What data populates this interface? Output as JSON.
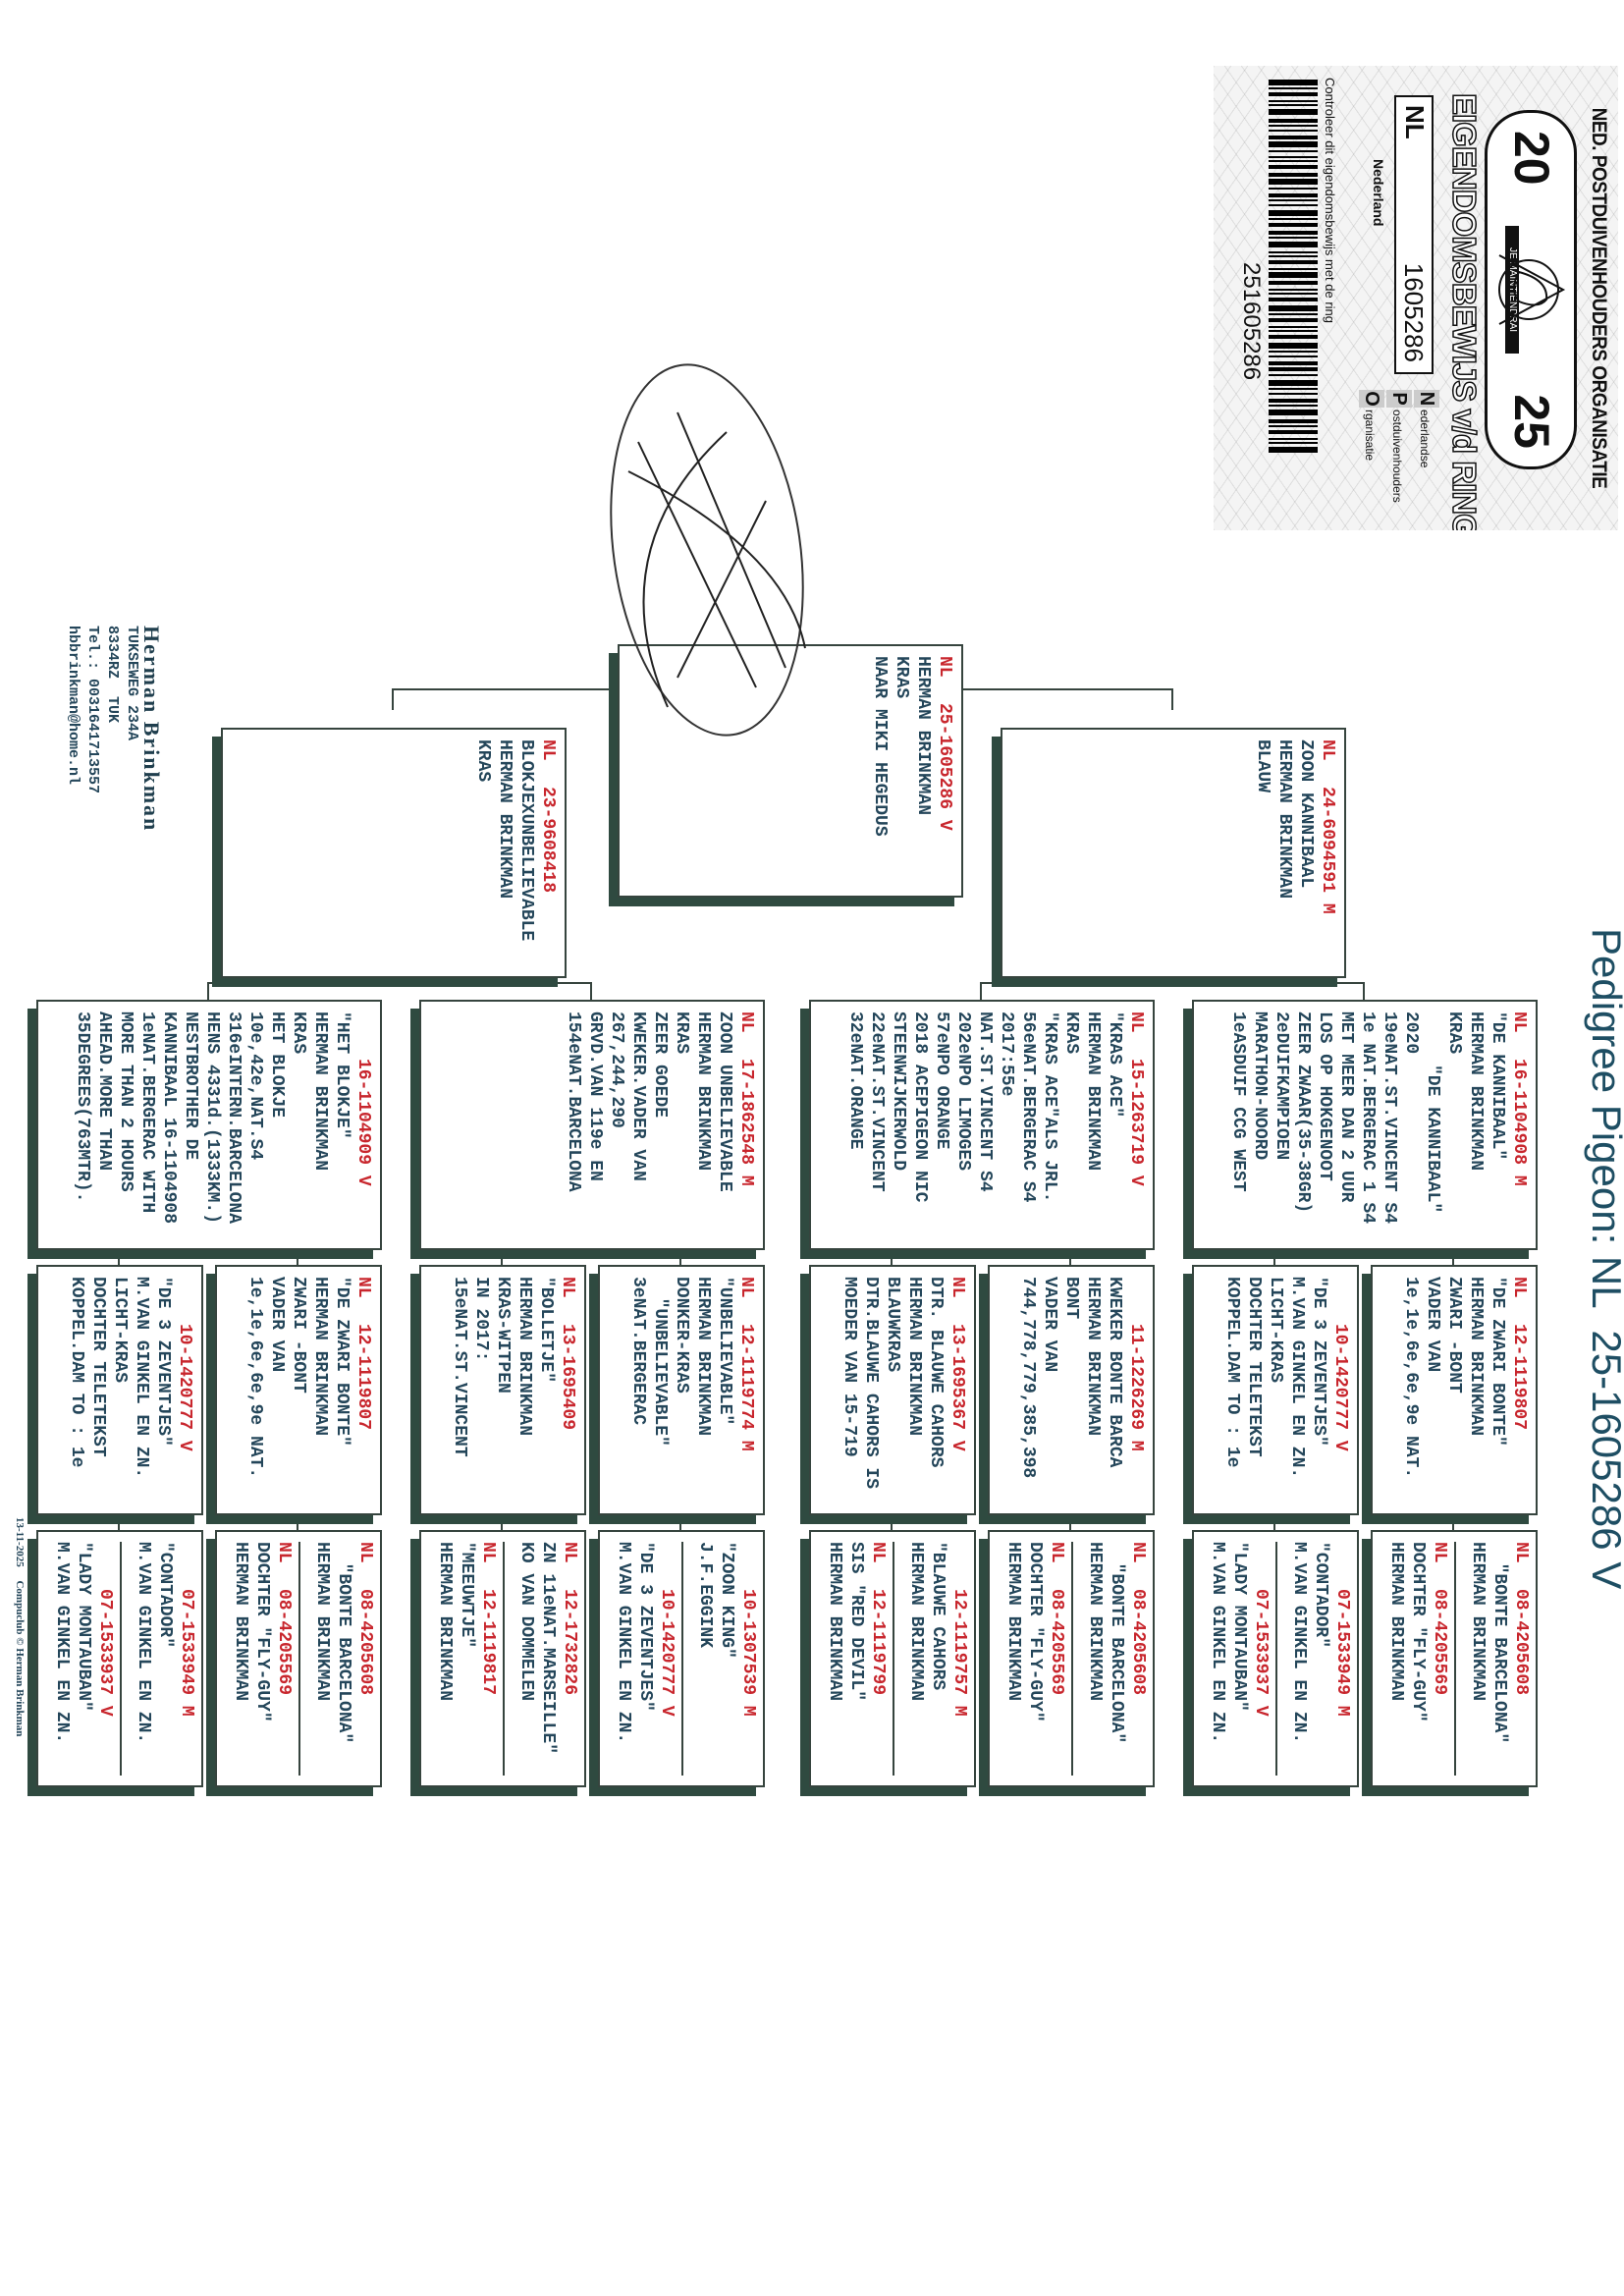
{
  "title": "Pedigree Pigeon: NL  25-1605286 V",
  "stamp": {
    "organisation": "NED. POSTDUIVENHOUDERS ORGANISATIE",
    "year_left": "20",
    "year_right": "25",
    "motto": "JE MAINTIENDRAI",
    "heading": "EIGENDOMSBEWIJS v/d RING",
    "country_code": "NL",
    "ring_number": "1605286",
    "country": "Nederland",
    "npo": [
      "ederlandse",
      "ostduivenhouders",
      "rganisatie"
    ],
    "npo_letters": [
      "N",
      "P",
      "O"
    ],
    "instruction": "Controleer dit eigendomsbewijs met de ring",
    "barcode_number": "251605286"
  },
  "owner": {
    "name": "Herman Brinkman",
    "address": "TUKSEWEG 234A",
    "city": "8334RZ  TUK",
    "phone": "Tel.: 0031641713557",
    "email": "hbbrinkman@home.nl"
  },
  "footer": {
    "date": "13-11-2025",
    "credit": "Compuclub © Herman Brinkman"
  },
  "colors": {
    "ring": "#c8262d",
    "text": "#24465a",
    "border": "#36443e"
  },
  "pedigree": {
    "subject": {
      "nl": "NL",
      "ring": "25-1605286 V",
      "lines": [
        "",
        "HERMAN BRINKMAN",
        "KRAS",
        "NAAR MIKI HEGEDUS"
      ]
    },
    "sire": {
      "nl": "NL",
      "ring": "24-6094591 M",
      "lines": [
        "ZOON KANNIBAAL",
        "HERMAN BRINKMAN",
        "BLAUW"
      ]
    },
    "dam": {
      "nl": "NL",
      "ring": "23-9608418",
      "lines": [
        "BLOKJEXUNBELIEVABLE",
        "HERMAN BRINKMAN",
        "KRAS"
      ]
    },
    "gen3": [
      {
        "nl": "NL",
        "ring": "16-1104908 M",
        "lines": [
          "\"DE KANNIBAAL\"",
          "HERMAN BRINKMAN",
          "KRAS",
          "     \"DE KANNIBAAL\"",
          "2020",
          "19eNAT.ST.VINCENT S4",
          "1e NAT.BERGERAC 1 S4",
          "MET MEER DAN 2 UUR",
          "LOS OP HOKGENOOT",
          "ZEER ZWAAR(35-38GR)",
          "2eDUIFKAMPIOEN",
          "MARATHON-NOORD",
          "1eASDUIF CCG WEST"
        ]
      },
      {
        "nl": "NL",
        "ring": "15-1263719 V",
        "lines": [
          "\"KRAS ACE\"",
          "HERMAN BRINKMAN",
          "KRAS",
          "\"KRAS ACE\"ALS JRL.",
          "56eNAT.BERGERAC S4",
          "2017:55e",
          "NAT.ST.VINCENT S4",
          "202eNPO LIMOGES",
          "57eNPO ORANGE",
          "2018 ACEPIGEON NIC",
          "STEENWIJKERWOLD",
          "22eNAT.ST.VINCENT",
          "32eNAT.ORANGE"
        ]
      },
      {
        "nl": "NL",
        "ring": "17-1862548 M",
        "lines": [
          "ZOON UNBELIEVABLE",
          "HERMAN BRINKMAN",
          "KRAS",
          "ZEER GOEDE",
          "KWEKER.VADER VAN",
          "267,244,290",
          "GRVD.VAN 119e EN",
          "154eNAT.BARCELONA"
        ]
      },
      {
        "nl": "",
        "ring": "16-1104909 V",
        "lines": [
          "\"HET BLOKJE\"",
          "HERMAN BRINKMAN",
          "KRAS",
          "HET BLOKJE",
          "10e,42e,NAT.S4",
          "316eINTERN.BARCELONA",
          "HENS 4331d.(1333KM.)",
          "NESTBROTHER DE",
          "KANNIBAAL 16-1104908",
          "1eNAT.BERGERAC WITH",
          "MORE THAN 2 HOURS",
          "AHEAD.MORE THAN",
          "35DEGREES(763MTR)."
        ]
      }
    ],
    "gen4": [
      {
        "nl": "NL",
        "ring": "12-1119807",
        "lines": [
          "\"DE ZWARI BONTE\"",
          "HERMAN BRINKMAN",
          "ZWARI -BONT",
          "VADER VAN",
          "1e,1e,6e,6e,9e NAT."
        ]
      },
      {
        "nl": "",
        "ring": "10-1420777 V",
        "lines": [
          "\"DE 3 ZEVENTJES\"",
          "M.VAN GINKEL EN ZN.",
          "LICHT-KRAS",
          "DOCHTER TELETEKST",
          "KOPPEL.DAM TO : 1e"
        ]
      },
      {
        "nl": "",
        "ring": "11-1226269 M",
        "lines": [
          "KWEKER BONTE BARCA",
          "HERMAN BRINKMAN",
          "BONT",
          "VADER VAN",
          "744,778,779,385,398"
        ]
      },
      {
        "nl": "NL",
        "ring": "13-1695367 V",
        "lines": [
          "DTR. BLAUWE CAHORS",
          "HERMAN BRINKMAN",
          "BLAUWKRAS",
          "DTR.BLAUWE CAHORS IS",
          "MOEDER VAN 15-719"
        ]
      },
      {
        "nl": "NL",
        "ring": "12-1119774 M",
        "lines": [
          "\"UNBELIEVABLE\"",
          "HERMAN BRINKMAN",
          "DONKER-KRAS",
          "  \"UNBELIEVABLE\"",
          "3eNAT.BERGERAC"
        ]
      },
      {
        "nl": "NL",
        "ring": "13-1695409",
        "lines": [
          "\"BOLLETJE\"",
          "HERMAN BRINKMAN",
          "KRAS-WITPEN",
          "IN 2017:",
          "15eNAT.ST.VINCENT"
        ]
      },
      {
        "nl": "NL",
        "ring": "12-1119807",
        "lines": [
          "\"DE ZWARI BONTE\"",
          "HERMAN BRINKMAN",
          "ZWARI -BONT",
          "VADER VAN",
          "1e,1e,6e,6e,9e NAT."
        ]
      },
      {
        "nl": "",
        "ring": "10-1420777 V",
        "lines": [
          "\"DE 3 ZEVENTJES\"",
          "M.VAN GINKEL EN ZN.",
          "LICHT-KRAS",
          "DOCHTER TELETEKST",
          "KOPPEL.DAM TO : 1e"
        ]
      }
    ],
    "gen5": [
      {
        "sire": {
          "nl": "NL",
          "ring": "08-4205608",
          "lines": [
            "  \"BONTE BARCELONA\"",
            "HERMAN BRINKMAN"
          ]
        },
        "dam": {
          "nl": "NL",
          "ring": "08-4205569",
          "lines": [
            "DOCHTER \"FLY-GUY\"",
            "HERMAN BRINKMAN"
          ]
        }
      },
      {
        "sire": {
          "nl": "",
          "ring": "07-1533949 M",
          "lines": [
            "\"CONTADOR\"",
            "M.VAN GINKEL EN ZN."
          ]
        },
        "dam": {
          "nl": "",
          "ring": "07-1533937 V",
          "lines": [
            "\"LADY MONTAUBAN\"",
            "M.VAN GINKEL EN ZN."
          ]
        }
      },
      {
        "sire": {
          "nl": "NL",
          "ring": "08-4205608",
          "lines": [
            "  \"BONTE BARCELONA\"",
            "HERMAN BRINKMAN"
          ]
        },
        "dam": {
          "nl": "NL",
          "ring": "08-4205569",
          "lines": [
            "DOCHTER \"FLY-GUY\"",
            "HERMAN BRINKMAN"
          ]
        }
      },
      {
        "sire": {
          "nl": "",
          "ring": "12-1119757 M",
          "lines": [
            "\"BLAUWE CAHORS",
            "HERMAN BRINKMAN"
          ]
        },
        "dam": {
          "nl": "NL",
          "ring": "12-1119799",
          "lines": [
            "SIS \"RED DEVIL\"",
            "HERMAN BRINKMAN"
          ]
        }
      },
      {
        "sire": {
          "nl": "",
          "ring": "10-1307539 M",
          "lines": [
            "\"ZOON KING\"",
            "J.F.EGGINK"
          ]
        },
        "dam": {
          "nl": "",
          "ring": "10-1420777 V",
          "lines": [
            "\"DE 3 ZEVENTJES\"",
            "M.VAN GINKEL EN ZN."
          ]
        }
      },
      {
        "sire": {
          "nl": "NL",
          "ring": "12-1732826",
          "lines": [
            "ZN 11eNAT.MARSEILLE\"",
            "KO VAN DOMMELEN"
          ]
        },
        "dam": {
          "nl": "NL",
          "ring": "12-1119817",
          "lines": [
            "\"MEEUWTJE\"",
            "HERMAN BRINKMAN"
          ]
        }
      },
      {
        "sire": {
          "nl": "NL",
          "ring": "08-4205608",
          "lines": [
            "  \"BONTE BARCELONA\"",
            "HERMAN BRINKMAN"
          ]
        },
        "dam": {
          "nl": "NL",
          "ring": "08-4205569",
          "lines": [
            "DOCHTER \"FLY-GUY\"",
            "HERMAN BRINKMAN"
          ]
        }
      },
      {
        "sire": {
          "nl": "",
          "ring": "07-1533949 M",
          "lines": [
            "\"CONTADOR\"",
            "M.VAN GINKEL EN ZN."
          ]
        },
        "dam": {
          "nl": "",
          "ring": "07-1533937 V",
          "lines": [
            "\"LADY MONTAUBAN\"",
            "M.VAN GINKEL EN ZN."
          ]
        }
      }
    ]
  }
}
